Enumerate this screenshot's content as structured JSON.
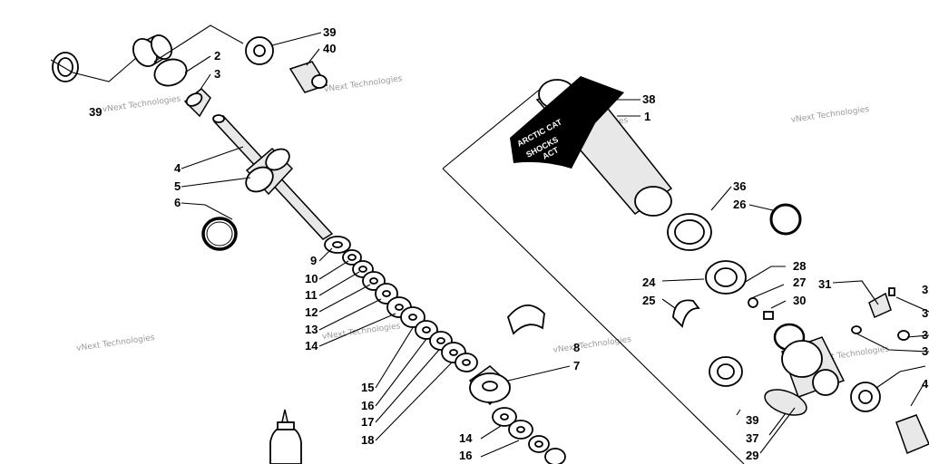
{
  "watermark": "vNext Technologies",
  "decal": {
    "brand_line1": "ARCTIC CAT",
    "brand_line2": "SHOCKS",
    "brand_logo": "ACT"
  },
  "callouts": [
    {
      "id": "c39a",
      "text": "39"
    },
    {
      "id": "c40a",
      "text": "40"
    },
    {
      "id": "c2",
      "text": "2"
    },
    {
      "id": "c3",
      "text": "3"
    },
    {
      "id": "c39b",
      "text": "39"
    },
    {
      "id": "c4",
      "text": "4"
    },
    {
      "id": "c5",
      "text": "5"
    },
    {
      "id": "c6",
      "text": "6"
    },
    {
      "id": "c9",
      "text": "9"
    },
    {
      "id": "c10",
      "text": "10"
    },
    {
      "id": "c11",
      "text": "11"
    },
    {
      "id": "c12",
      "text": "12"
    },
    {
      "id": "c13",
      "text": "13"
    },
    {
      "id": "c14a",
      "text": "14"
    },
    {
      "id": "c15",
      "text": "15"
    },
    {
      "id": "c16a",
      "text": "16"
    },
    {
      "id": "c17",
      "text": "17"
    },
    {
      "id": "c18",
      "text": "18"
    },
    {
      "id": "c8",
      "text": "8"
    },
    {
      "id": "c7",
      "text": "7"
    },
    {
      "id": "c14b",
      "text": "14"
    },
    {
      "id": "c16b",
      "text": "16"
    },
    {
      "id": "c38",
      "text": "38"
    },
    {
      "id": "c1",
      "text": "1"
    },
    {
      "id": "c36",
      "text": "36"
    },
    {
      "id": "c26",
      "text": "26"
    },
    {
      "id": "c28",
      "text": "28"
    },
    {
      "id": "c27",
      "text": "27"
    },
    {
      "id": "c30",
      "text": "30"
    },
    {
      "id": "c24",
      "text": "24"
    },
    {
      "id": "c25",
      "text": "25"
    },
    {
      "id": "c31",
      "text": "31"
    },
    {
      "id": "c3r1",
      "text": "3"
    },
    {
      "id": "c3r2",
      "text": "3"
    },
    {
      "id": "c3r3",
      "text": "3"
    },
    {
      "id": "c3r4",
      "text": "3"
    },
    {
      "id": "c4r",
      "text": "4"
    },
    {
      "id": "c39c",
      "text": "39"
    },
    {
      "id": "c37",
      "text": "37"
    },
    {
      "id": "c29",
      "text": "29"
    }
  ]
}
